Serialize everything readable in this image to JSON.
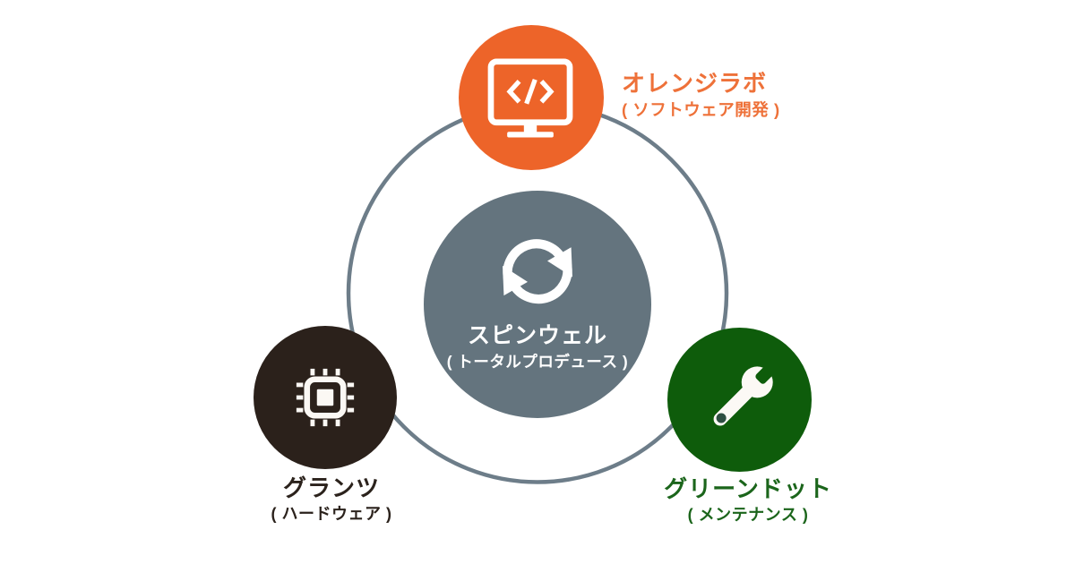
{
  "page": {
    "background": "#ffffff"
  },
  "diagram": {
    "ring": {
      "color": "#6d7d89"
    },
    "center": {
      "title": "スピンウェル",
      "subtitle": "( トータルプロデュース )",
      "icon": "sync-arrows-icon",
      "circle_color": "#64747e",
      "text_color": "#ffffff"
    },
    "nodes": [
      {
        "id": "orange-lab",
        "title": "オレンジラボ",
        "subtitle": "( ソフトウェア開発 )",
        "icon": "code-monitor-icon",
        "circle_color": "#ed6429",
        "label_color": "#ee7139"
      },
      {
        "id": "grants",
        "title": "グランツ",
        "subtitle": "( ハードウェア )",
        "icon": "cpu-chip-icon",
        "circle_color": "#2b211b",
        "label_color": "#2b221c"
      },
      {
        "id": "green-dot",
        "title": "グリーンドット",
        "subtitle": "( メンテナンス )",
        "icon": "wrench-icon",
        "circle_color": "#0e5c0b",
        "label_color": "#1b651b"
      }
    ]
  }
}
